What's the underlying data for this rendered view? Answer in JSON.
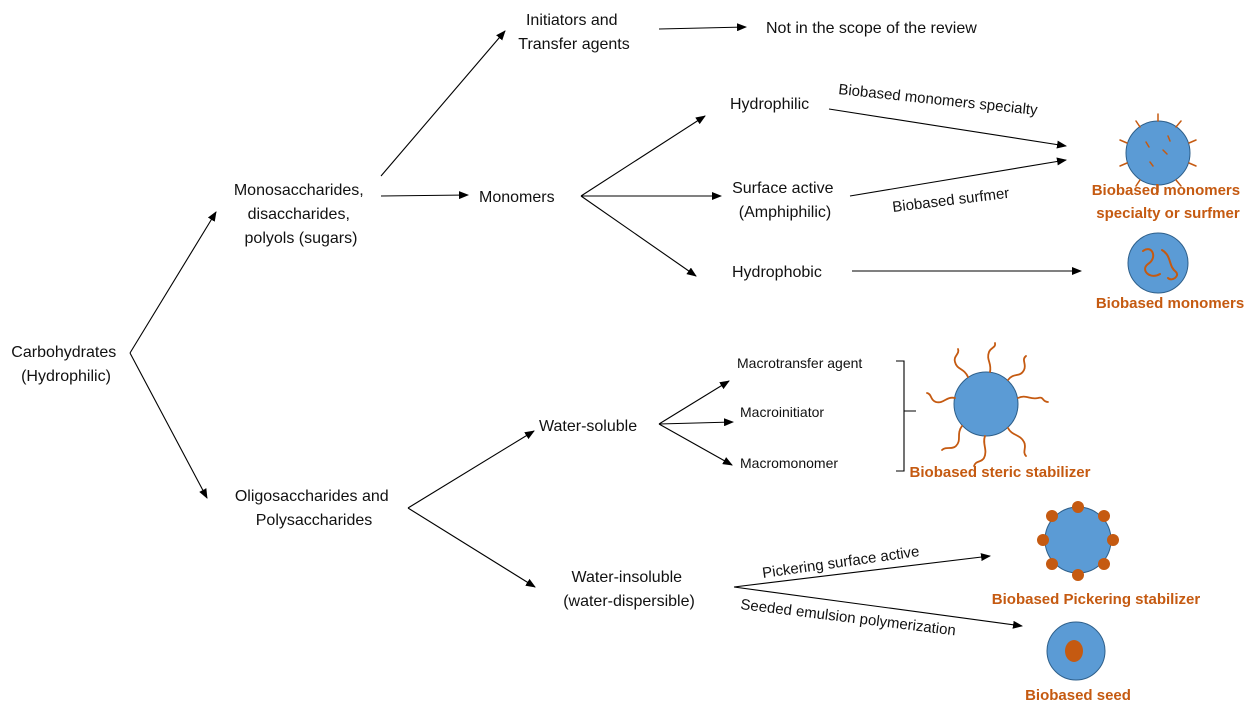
{
  "colors": {
    "particle": "#5b9bd5",
    "particle_stroke": "#2e5f8a",
    "accent": "#c55a11",
    "line": "#000000"
  },
  "nodes": {
    "carbohydrates": [
      "Carbohydrates",
      "(Hydrophilic)"
    ],
    "mono": [
      "Monosaccharides,",
      "disaccharides,",
      "polyols (sugars)"
    ],
    "oligo": [
      "Oligosaccharides and",
      "Polysaccharides"
    ],
    "initiators": [
      "Initiators and",
      "Transfer agents"
    ],
    "not_scope": "Not in the scope of the review",
    "monomers": "Monomers",
    "hydrophilic": "Hydrophilic",
    "surface_active": [
      "Surface active",
      "(Amphiphilic)"
    ],
    "hydrophobic": "Hydrophobic",
    "water_soluble": "Water-soluble",
    "macrotransfer": "Macrotransfer agent",
    "macroinitiator": "Macroinitiator",
    "macromonomer": "Macromonomer",
    "water_insoluble": [
      "Water-insoluble",
      "(water-dispersible)"
    ]
  },
  "edge_labels": {
    "specialty": "Biobased monomers specialty",
    "surfmer": "Biobased surfmer",
    "pickering": "Pickering surface active",
    "seeded": "Seeded emulsion polymerization"
  },
  "captions": {
    "specialty_or_surfmer": [
      "Biobased monomers",
      "specialty or surfmer"
    ],
    "monomers": "Biobased monomers",
    "steric": "Biobased steric stabilizer",
    "pickering": "Biobased Pickering stabilizer",
    "seed": "Biobased seed"
  }
}
